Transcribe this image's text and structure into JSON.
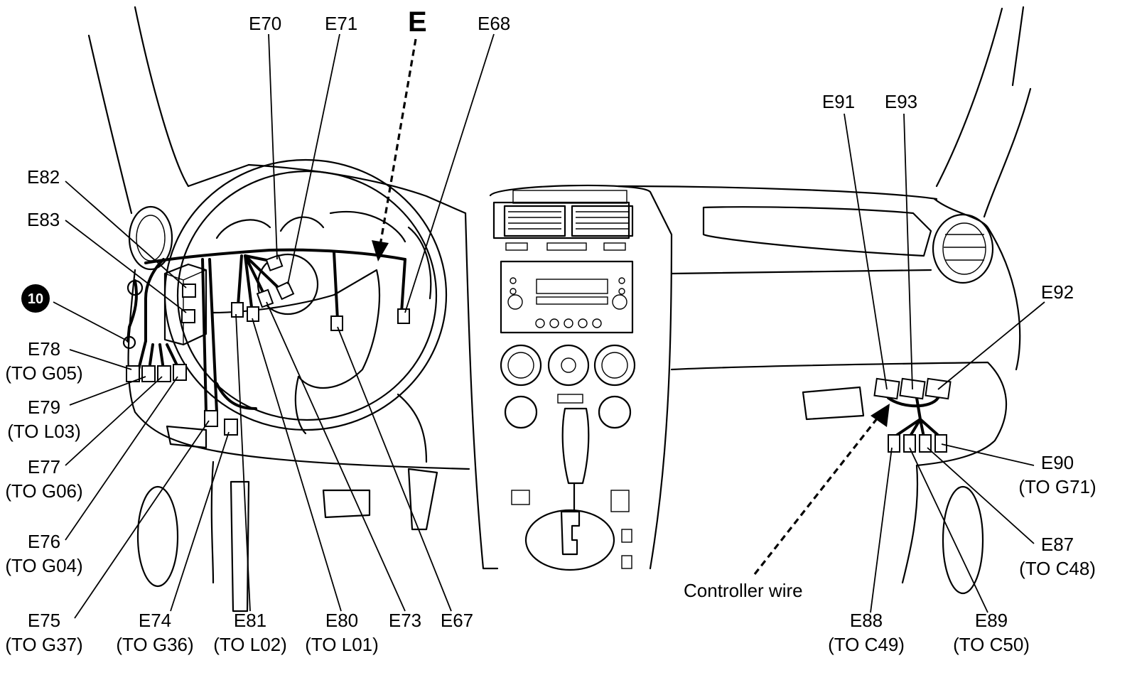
{
  "main_label": "E",
  "callout_number": "10",
  "controller_wire": "Controller wire",
  "labels": {
    "E70": "E70",
    "E71": "E71",
    "E68": "E68",
    "E82": "E82",
    "E83": "E83",
    "E78": "E78",
    "E78_to": "(TO G05)",
    "E79": "E79",
    "E79_to": "(TO L03)",
    "E77": "E77",
    "E77_to": "(TO G06)",
    "E76": "E76",
    "E76_to": "(TO G04)",
    "E75": "E75",
    "E75_to": "(TO G37)",
    "E74": "E74",
    "E74_to": "(TO G36)",
    "E81": "E81",
    "E81_to": "(TO L02)",
    "E80": "E80",
    "E80_to": "(TO L01)",
    "E73": "E73",
    "E67": "E67",
    "E91": "E91",
    "E93": "E93",
    "E92": "E92",
    "E90": "E90",
    "E90_to": "(TO G71)",
    "E87": "E87",
    "E87_to": "(TO C48)",
    "E88": "E88",
    "E88_to": "(TO C49)",
    "E89": "E89",
    "E89_to": "(TO C50)"
  }
}
